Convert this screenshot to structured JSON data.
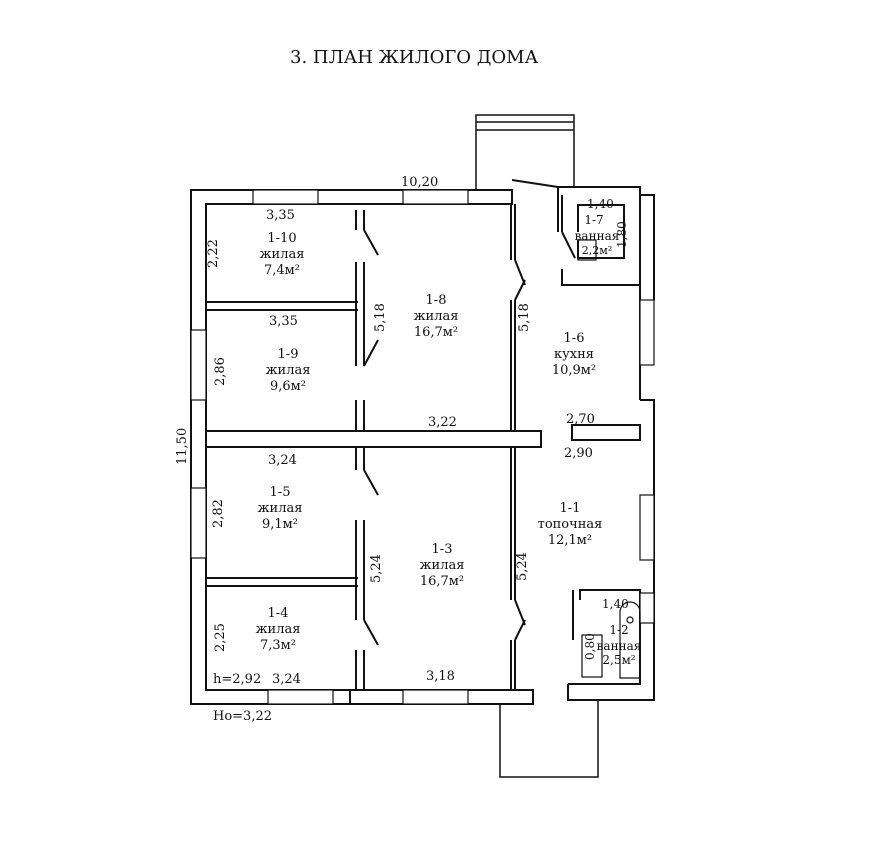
{
  "title": "3. ПЛАН ЖИЛОГО ДОМА",
  "rooms": [
    {
      "id": "1-10",
      "type": "жилая",
      "area": "7,4м²"
    },
    {
      "id": "1-9",
      "type": "жилая",
      "area": "9,6м²"
    },
    {
      "id": "1-8",
      "type": "жилая",
      "area": "16,7м²"
    },
    {
      "id": "1-7",
      "type": "ванная",
      "area": "2,2м²"
    },
    {
      "id": "1-6",
      "type": "кухня",
      "area": "10,9м²"
    },
    {
      "id": "1-5",
      "type": "жилая",
      "area": "9,1м²"
    },
    {
      "id": "1-4",
      "type": "жилая",
      "area": "7,3м²"
    },
    {
      "id": "1-3",
      "type": "жилая",
      "area": "16,7м²"
    },
    {
      "id": "1-1",
      "type": "топочная",
      "area": "12,1м²"
    },
    {
      "id": "1-2",
      "type": "ванная",
      "area": "2,5м²"
    }
  ],
  "dimensions": {
    "total_width": "10,20",
    "total_height": "11,50",
    "r110_width": "3,35",
    "r110_height": "2,22",
    "r19_width": "3,35",
    "r19_height": "2,86",
    "r18_height_left": "5,18",
    "r18_height_right": "5,18",
    "r18_width": "3,22",
    "r17_width": "1,40",
    "r17_height": "1,80",
    "r16_width": "2,70",
    "r11_width": "2,90",
    "r15_width": "3,24",
    "r15_height": "2,82",
    "r14_height": "2,25",
    "r14_width": "3,24",
    "r13_height_left": "5,24",
    "r13_height_right": "5,24",
    "r13_width": "3,18",
    "r12_width": "1,40",
    "r12_height": "0,80",
    "ceiling_h": "h=2,92",
    "total_h": "Ho=3,22"
  }
}
